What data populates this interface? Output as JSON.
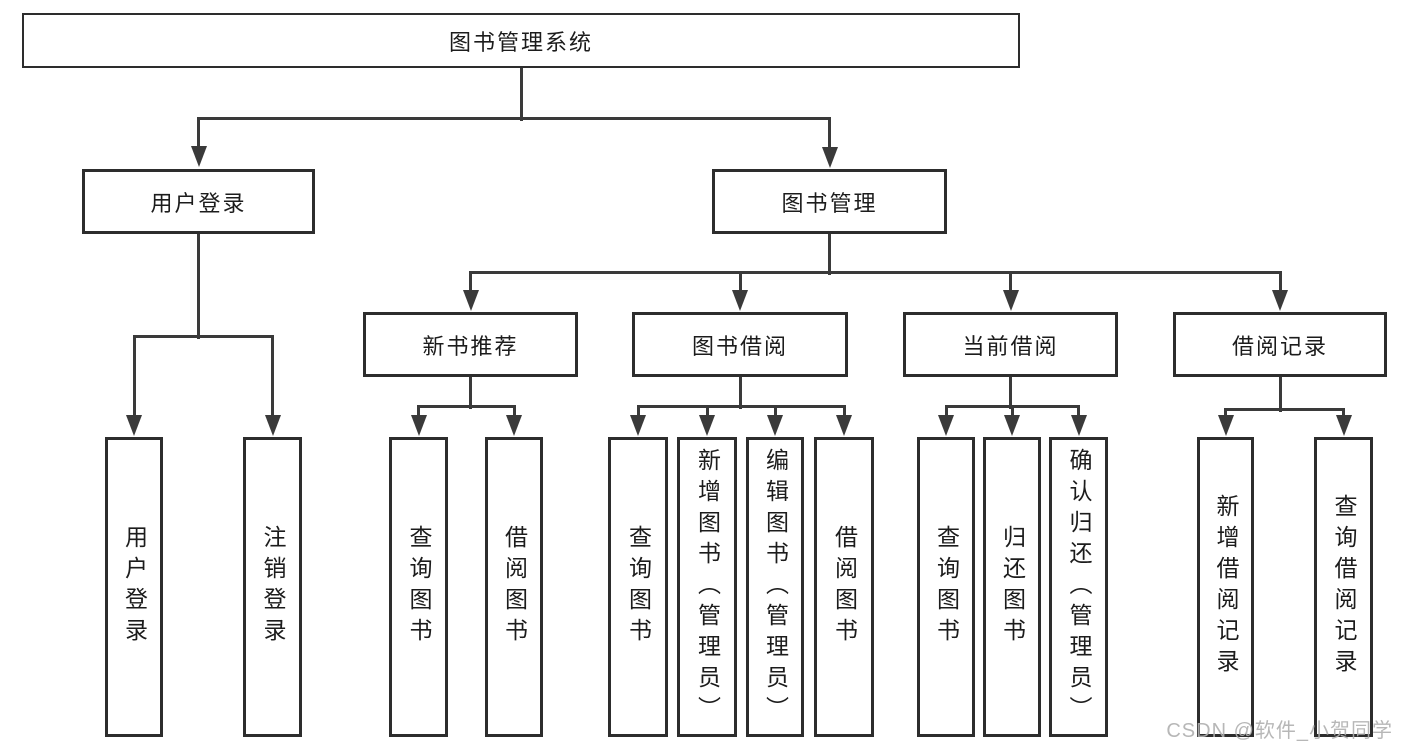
{
  "title": "图书管理系统",
  "watermark": "CSDN @软件_小贺同学",
  "colors": {
    "line": "#3a3a3a",
    "box_border": "#2d2d2d",
    "text": "#1c1c1c",
    "background": "#ffffff",
    "watermark": "#afafaf"
  },
  "nodes": {
    "root": "图书管理系统",
    "user_login": "用户登录",
    "book_mgmt": "图书管理",
    "new_book_rec": "新书推荐",
    "book_borrow": "图书借阅",
    "current_borrow": "当前借阅",
    "borrow_record": "借阅记录",
    "login": "用户登录",
    "logout": "注销登录",
    "rec_query_book": "查询图书",
    "rec_borrow_book": "借阅图书",
    "bb_query_book": "查询图书",
    "bb_add_book": "新增图书（管理员）",
    "bb_edit_book": "编辑图书（管理员）",
    "bb_borrow_book": "借阅图书",
    "cur_query_book": "查询图书",
    "cur_return_book": "归还图书",
    "cur_confirm_return": "确认归还（管理员）",
    "ric_add_record": "新增借阅记录",
    "ric_query_record": "查询借阅记录"
  }
}
